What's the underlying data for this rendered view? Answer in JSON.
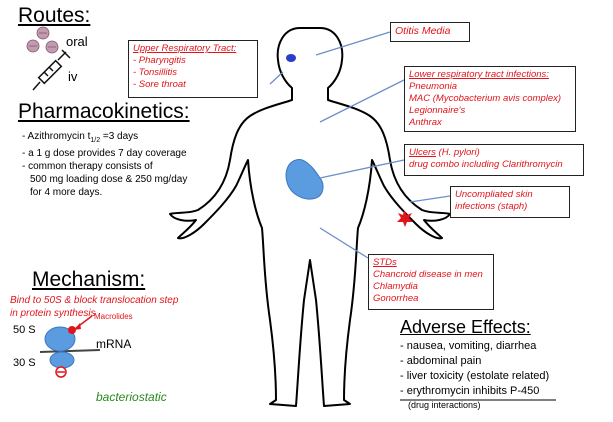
{
  "routes": {
    "title": "Routes:",
    "oral": "oral",
    "iv": "iv"
  },
  "pharmacokinetics": {
    "title": "Pharmacokinetics:",
    "lines": [
      "- Azithromycin t",
      "1/2",
      " =3 days",
      "- a 1 g dose provides 7 day coverage",
      "- common therapy consists of",
      "500 mg loading dose & 250 mg/day",
      "for 4 more days."
    ]
  },
  "mechanism": {
    "title": "Mechanism:",
    "desc1": "Bind to 50S & block translocation step",
    "desc2": "in protein synthesis",
    "s50": "50 S",
    "s30": "30 S",
    "macrolides": "Macrolides",
    "mrna": "mRNA",
    "bacteriostatic": "bacteriostatic"
  },
  "boxes": {
    "urt": {
      "title": "Upper Respiratory Tract:",
      "items": [
        "- Pharyngitis",
        "- Tonsillitis",
        "- Sore throat"
      ]
    },
    "otitis": {
      "title": "Otitis Media"
    },
    "lrt": {
      "title": "Lower respiratory tract infections:",
      "items": [
        "Pneumonia",
        "MAC (Mycobacterium avis complex)",
        "Legionnaire's",
        "Anthrax"
      ]
    },
    "ulcers": {
      "title": "Ulcers",
      "suffix": " (H. pylori)",
      "line2": "drug combo including Clarithromycin"
    },
    "skin": {
      "line1": "Uncompliated skin",
      "line2": "infections (staph)"
    },
    "stds": {
      "title": "STDs",
      "items": [
        "Chancroid disease in men",
        "Chlamydia",
        "Gonorrhea"
      ]
    }
  },
  "adverse": {
    "title": "Adverse Effects:",
    "items": [
      "- nausea, vomiting, diarrhea",
      "- abdominal pain",
      "- liver toxicity (estolate related)",
      "- erythromycin inhibits P-450"
    ],
    "note": "(drug interactions)"
  },
  "colors": {
    "red": "#e2141b",
    "blue": "#4a90d9",
    "connector": "#6b8fc7",
    "green": "#2a8a1e"
  }
}
